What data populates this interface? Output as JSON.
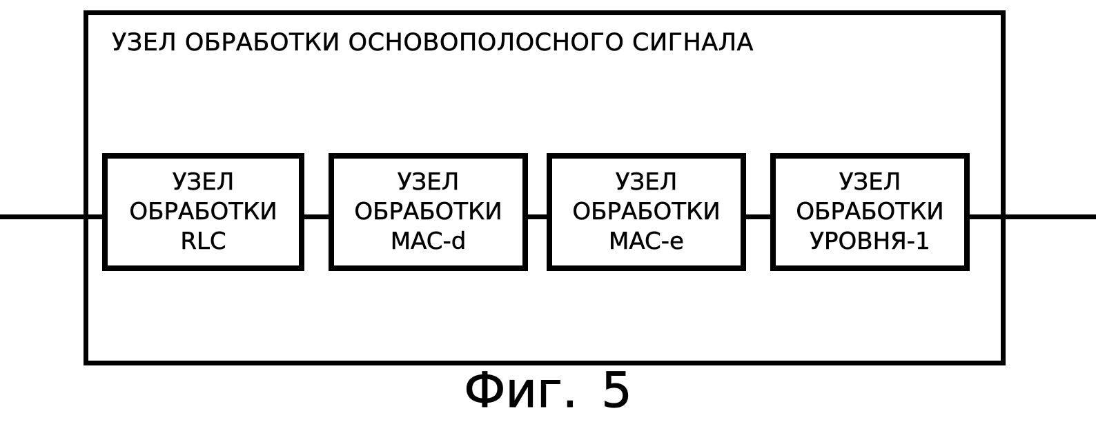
{
  "figure": {
    "container_label": "УЗЕЛ ОБРАБОТКИ ОСНОВОПОЛОСНОГО СИГНАЛА",
    "blocks": [
      {
        "id": "rlc",
        "lines": [
          "УЗЕЛ",
          "ОБРАБОТКИ",
          "RLC"
        ]
      },
      {
        "id": "mac-d",
        "lines": [
          "УЗЕЛ",
          "ОБРАБОТКИ",
          "MAC-d"
        ]
      },
      {
        "id": "mac-e",
        "lines": [
          "УЗЕЛ",
          "ОБРАБОТКИ",
          "MAC-e"
        ]
      },
      {
        "id": "layer-1",
        "lines": [
          "УЗЕЛ",
          "ОБРАБОТКИ",
          "УРОВНЯ-1"
        ]
      }
    ],
    "caption": "Фиг. 5",
    "colors": {
      "ink": "#000000",
      "paper": "#ffffff"
    }
  }
}
